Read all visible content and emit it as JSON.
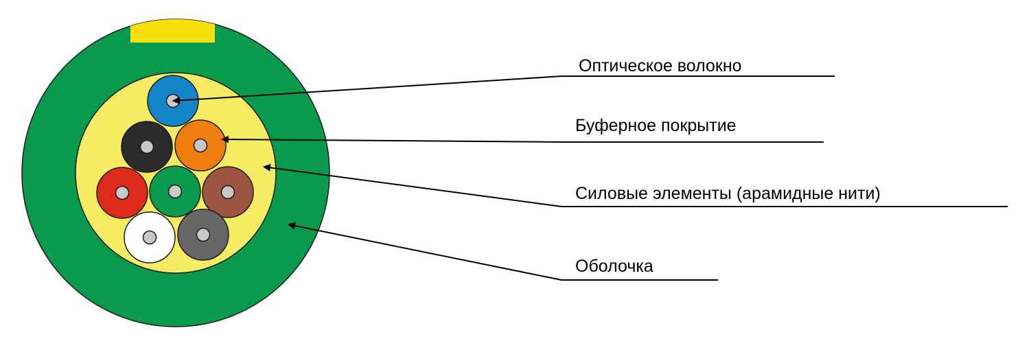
{
  "diagram": {
    "colors": {
      "jacket": "#0a9a4e",
      "marker": "#f6e10f",
      "strength_members": "#f6ec63",
      "fiber_core": "#c8c8c8",
      "outline": "#1a1a1a",
      "leader": "#000000"
    },
    "fibers": [
      {
        "color": "#1585c9"
      },
      {
        "color": "#2b2b2b"
      },
      {
        "color": "#ef7d10"
      },
      {
        "color": "#de2a1b"
      },
      {
        "color": "#0a9a4e"
      },
      {
        "color": "#9e5642"
      },
      {
        "color": "#ffffff"
      },
      {
        "color": "#676767"
      }
    ],
    "labels": [
      {
        "text": "Оптическое волокно"
      },
      {
        "text": "Буферное покрытие"
      },
      {
        "text": "Силовые элементы (арамидные нити)"
      },
      {
        "text": "Оболочка"
      }
    ]
  }
}
